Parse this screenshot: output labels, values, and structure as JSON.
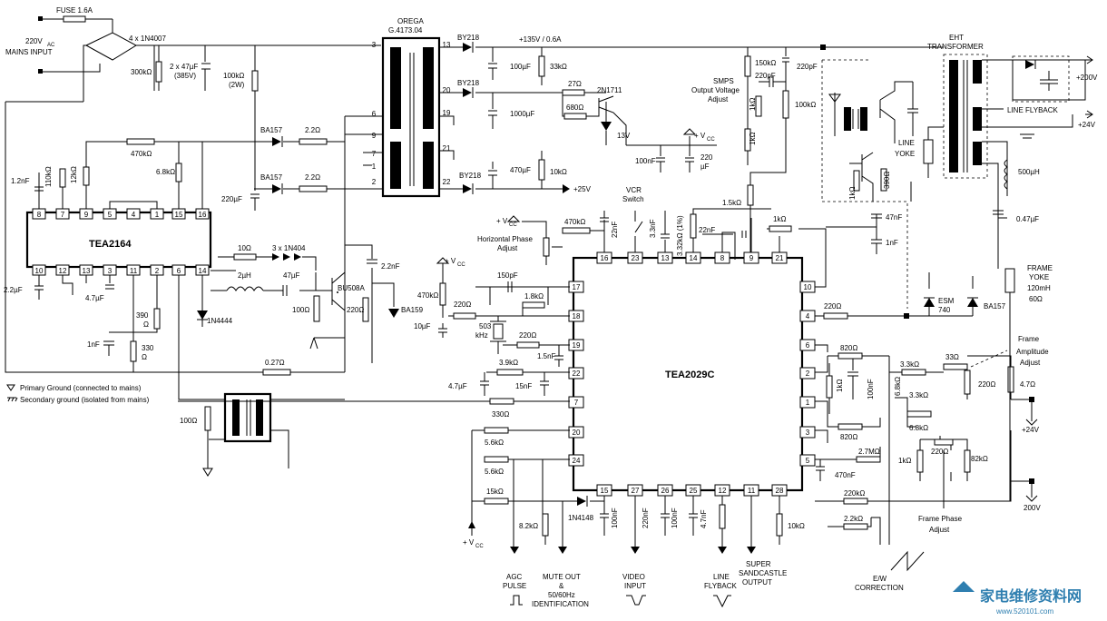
{
  "ics": {
    "tea2164": "TEA2164",
    "tea2029c": "TEA2029C",
    "orega_title": "OREGA",
    "orega_part": "G.4173.04",
    "eht_line1": "EHT",
    "eht_line2": "TRANSFORMER"
  },
  "mains": {
    "fuse": "FUSE 1.6A",
    "input_line1": "220V",
    "input_sub": "AC",
    "input_line2": "MAINS INPUT",
    "bridge": "4 x 1N4007",
    "r300k": "300kΩ",
    "caps": "2 x 47µF",
    "caps_v": "(385V)",
    "r100k": "100kΩ",
    "r100k_w": "(2W)"
  },
  "tea2164_side": {
    "ba157_a": "BA157",
    "ba157_b": "BA157",
    "r22_a": "2.2Ω",
    "r22_b": "2.2Ω",
    "r470k": "470kΩ",
    "r68k": "6.8kΩ",
    "c12n": "1.2nF",
    "r110k": "110kΩ",
    "r12k": "12kΩ",
    "c220u": "220µF",
    "c22u": "2.2µF",
    "c47u": "4.7µF",
    "r10": "10Ω",
    "d3x": "3 x 1N404",
    "l2u": "2µH",
    "c47u2": "47µF",
    "bu508": "BU508A",
    "c22n": "2.2nF",
    "r100": "100Ω",
    "r220": "220Ω",
    "ba159": "BA159",
    "d1n4444": "1N4444",
    "r390": "390",
    "r390u": "Ω",
    "r330": "330",
    "r330u": "Ω",
    "c1n": "1nF",
    "r027": "0.27Ω",
    "r100b": "100Ω"
  },
  "legend": {
    "primary": "Primary Ground (connected to mains)",
    "secondary": "Secondary ground (isolated from mains)"
  },
  "orega_pins": [
    "3",
    "6",
    "9",
    "7",
    "1",
    "2",
    "13",
    "20",
    "19",
    "21",
    "22"
  ],
  "secondary_side": {
    "by218_a": "BY218",
    "by218_b": "BY218",
    "by218_c": "BY218",
    "v135": "+135V / 0.6A",
    "c100u": "100µF",
    "r33k": "33kΩ",
    "c1000u": "1000µF",
    "c470u": "470µF",
    "r10k": "10kΩ",
    "v25": "+25V",
    "r27": "27Ω",
    "r680": "680Ω",
    "q2n1711": "2N1711",
    "z13": "13V",
    "vcc": "+ V",
    "vcc_sub": "CC",
    "c100n": "100nF",
    "c220": "220",
    "c220u": "µF",
    "smps1": "SMPS",
    "smps2": "Output Voltage",
    "smps3": "Adjust",
    "r150k": "150kΩ",
    "c220p": "220pF",
    "c220p2": "220pF",
    "r1k_a": "1kΩ",
    "r1k_b": "1kΩ",
    "r100k": "100kΩ",
    "r15k": "1.5kΩ"
  },
  "tea2029_top": {
    "vcc": "+ V",
    "vcc_sub": "CC",
    "hphase1": "Horizontal Phase",
    "hphase2": "Adjust",
    "r470k": "470kΩ",
    "c22n": "22nF",
    "vcr1": "VCR",
    "vcr2": "Switch",
    "c33n": "3.3nF",
    "r332": "3.32kΩ (1%)",
    "c22n2": "22nF",
    "r1k": "1kΩ",
    "pins_top": [
      "16",
      "23",
      "13",
      "14",
      "8",
      "9",
      "21"
    ]
  },
  "tea2029_left": {
    "vcc": "+ V",
    "vcc_sub": "CC",
    "r470k": "470kΩ",
    "r220": "220Ω",
    "c150p": "150pF",
    "r18k": "1.8kΩ",
    "x503": "503",
    "x503u": "kHz",
    "c10u": "10µF",
    "r220b": "220Ω",
    "c15n": "1.5nF",
    "r39k": "3.9kΩ",
    "c47u": "4.7µF",
    "c15nf": "15nF",
    "r330": "330Ω",
    "r56k_a": "5.6kΩ",
    "r56k_b": "5.6kΩ",
    "r15k": "15kΩ",
    "vcc2": "+ V",
    "vcc2_sub": "CC",
    "r82k": "8.2kΩ",
    "d1n4148": "1N4148",
    "pins_left": [
      "17",
      "18",
      "19",
      "22",
      "7",
      "20",
      "24"
    ]
  },
  "tea2029_bottom": {
    "pins_bottom": [
      "15",
      "27",
      "26",
      "25",
      "12",
      "11",
      "28"
    ],
    "c100n_a": "100nF",
    "c220n": "220nF",
    "c100n_b": "100nF",
    "c47n": "4.7nF",
    "r10k": "10kΩ",
    "agc1": "AGC",
    "agc2": "PULSE",
    "mute1": "MUTE OUT",
    "mute2": "&",
    "mute3": "50/60Hz",
    "mute4": "IDENTIFICATION",
    "video1": "VIDEO",
    "video2": "INPUT",
    "lfb1": "LINE",
    "lfb2": "FLYBACK",
    "ssc1": "SUPER",
    "ssc2": "SANDCASTLE",
    "ssc3": "OUTPUT",
    "ew1": "E/W",
    "ew2": "CORRECTION"
  },
  "tea2029_right": {
    "pins_right": [
      "10",
      "4",
      "6",
      "2",
      "1",
      "3",
      "5"
    ],
    "r220": "220Ω",
    "esm": "ESM",
    "esm2": "740",
    "ba157": "BA157",
    "r820a": "820Ω",
    "r1k": "1kΩ",
    "c100n": "100nF",
    "r820b": "820Ω",
    "r33k": "3.3kΩ",
    "r33": "33Ω",
    "r68k_a": "6.8kΩ",
    "r33k_b": "3.3kΩ",
    "r68k_b": "6.8kΩ",
    "r220b": "220Ω",
    "r47": "4.7Ω",
    "amp1": "Frame",
    "amp2": "Amplitude",
    "amp3": "Adjust",
    "r27m": "2.7MΩ",
    "c470n": "470nF",
    "r1kb": "1kΩ",
    "r220c": "220Ω",
    "r82k": "82kΩ",
    "phase1": "Frame Phase",
    "phase2": "Adjust",
    "r220k": "220kΩ",
    "r22k": "2.2kΩ",
    "v24": "+24V",
    "v200": "200V"
  },
  "deflection": {
    "line_yoke1": "LINE",
    "line_yoke2": "YOKE",
    "r1k": "1kΩ",
    "r390": "390Ω",
    "c47n": "47nF",
    "c1n": "1nF",
    "l500": "500µH",
    "c047": "0.47µF",
    "fy1": "FRAME",
    "fy2": "YOKE",
    "fy3": "120mH",
    "fy4": "60Ω",
    "line_flyback": "LINE FLYBACK",
    "v200": "+200V",
    "v24": "+24V"
  },
  "watermark": {
    "site": "家电维修资料网",
    "url": "www.520101.com"
  }
}
